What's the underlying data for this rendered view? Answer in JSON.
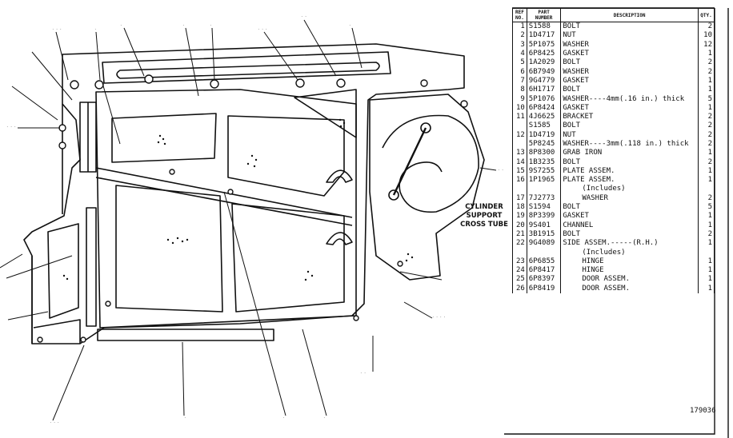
{
  "table": {
    "headers": {
      "ref": "REF NO.",
      "part": "PART NUMBER",
      "desc": "DESCRIPTION",
      "qty": "QTY."
    },
    "rows": [
      {
        "ref": "1",
        "part": "S1588",
        "desc": "BOLT",
        "qty": "2"
      },
      {
        "ref": "2",
        "part": "1D4717",
        "desc": "NUT",
        "qty": "10"
      },
      {
        "ref": "3",
        "part": "5P1075",
        "desc": "WASHER",
        "qty": "12"
      },
      {
        "ref": "4",
        "part": "6P8425",
        "desc": "GASKET",
        "qty": "1"
      },
      {
        "ref": "5",
        "part": "1A2029",
        "desc": "BOLT",
        "qty": "2"
      },
      {
        "ref": "6",
        "part": "6B7949",
        "desc": "WASHER",
        "qty": "2"
      },
      {
        "ref": "7",
        "part": "9G4779",
        "desc": "GASKET",
        "qty": "1"
      },
      {
        "ref": "8",
        "part": "6H1717",
        "desc": "BOLT",
        "qty": "1"
      },
      {
        "ref": "9",
        "part": "5P1076",
        "desc": "WASHER----4mm(.16 in.) thick",
        "qty": "5"
      },
      {
        "ref": "10",
        "part": "6P8424",
        "desc": "GASKET",
        "qty": "1"
      },
      {
        "ref": "11",
        "part": "4J6625",
        "desc": "BRACKET",
        "qty": "2"
      },
      {
        "ref": "",
        "part": "S1585",
        "desc": "BOLT",
        "qty": "2"
      },
      {
        "ref": "12",
        "part": "1D4719",
        "desc": "NUT",
        "qty": "2"
      },
      {
        "ref": "",
        "part": "5P8245",
        "desc": "WASHER----3mm(.118 in.) thick",
        "qty": "2"
      },
      {
        "ref": "13",
        "part": "8P8300",
        "desc": "GRAB IRON",
        "qty": "1"
      },
      {
        "ref": "14",
        "part": "1B3235",
        "desc": "BOLT",
        "qty": "2"
      },
      {
        "ref": "15",
        "part": "9S7255",
        "desc": "PLATE ASSEM.",
        "qty": "1"
      },
      {
        "ref": "16",
        "part": "1P1965",
        "desc": "PLATE ASSEM.",
        "qty": "1"
      },
      {
        "ref": "",
        "part": "",
        "desc": "(Includes)",
        "qty": "",
        "indent": true
      },
      {
        "ref": "17",
        "part": "7J2773",
        "desc": "WASHER",
        "qty": "2",
        "indent": true
      },
      {
        "ref": "18",
        "part": "S1594",
        "desc": "BOLT",
        "qty": "5"
      },
      {
        "ref": "19",
        "part": "8P3399",
        "desc": "GASKET",
        "qty": "1"
      },
      {
        "ref": "20",
        "part": "9S401",
        "desc": "CHANNEL",
        "qty": "1"
      },
      {
        "ref": "21",
        "part": "3B1915",
        "desc": "BOLT",
        "qty": "2"
      },
      {
        "ref": "22",
        "part": "9G4089",
        "desc": "SIDE ASSEM.-----(R.H.)",
        "qty": "1"
      },
      {
        "ref": "",
        "part": "",
        "desc": "(Includes)",
        "qty": "",
        "indent": true
      },
      {
        "ref": "23",
        "part": "6P6855",
        "desc": "HINGE",
        "qty": "1",
        "indent": true
      },
      {
        "ref": "24",
        "part": "6P8417",
        "desc": "HINGE",
        "qty": "1",
        "indent": true
      },
      {
        "ref": "25",
        "part": "6P8397",
        "desc": "DOOR ASSEM.",
        "qty": "1",
        "indent": true
      },
      {
        "ref": "26",
        "part": "6P8419",
        "desc": "DOOR ASSEM.",
        "qty": "1",
        "indent": true
      }
    ]
  },
  "diagram": {
    "cylinder_label": [
      "CYLINDER",
      "SUPPORT",
      "CROSS TUBE"
    ]
  },
  "figure_number": "179036"
}
